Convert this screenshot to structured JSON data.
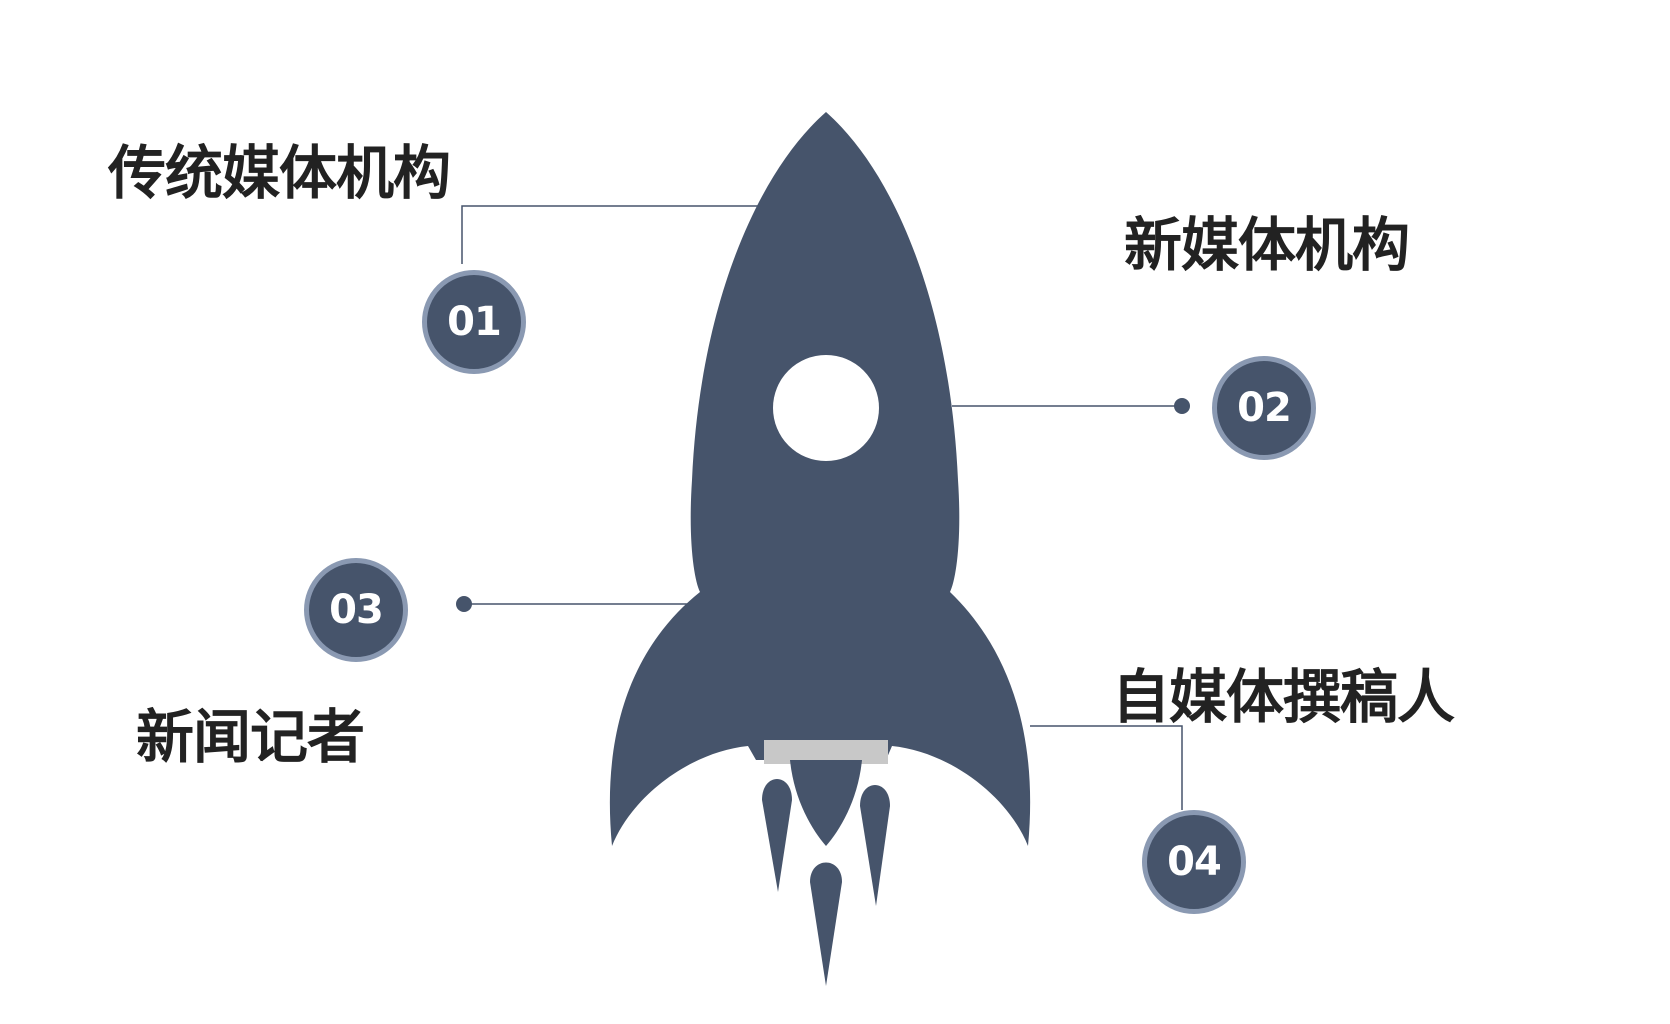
{
  "colors": {
    "rocket": "#46546b",
    "badge_fill": "#46546b",
    "badge_ring": "#8a99b2",
    "connector": "#46546b",
    "nozzle": "#c8c8c8",
    "label_text": "#222222",
    "background": "#ffffff"
  },
  "items": [
    {
      "number": "01",
      "label": "传统媒体机构"
    },
    {
      "number": "02",
      "label": "新媒体机构"
    },
    {
      "number": "03",
      "label": "新闻记者"
    },
    {
      "number": "04",
      "label": "自媒体撰稿人"
    }
  ]
}
